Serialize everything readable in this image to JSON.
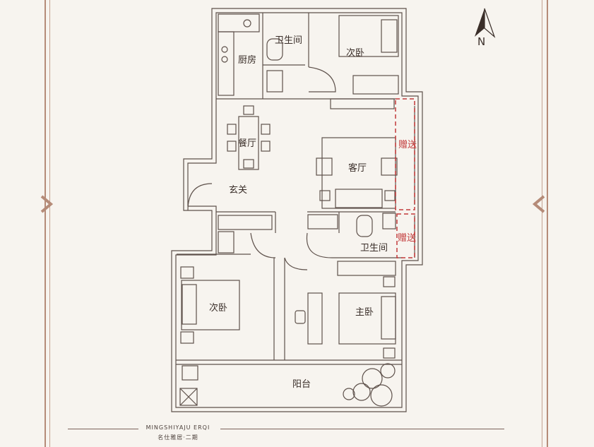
{
  "compass": {
    "label": "N"
  },
  "rooms": {
    "bathroom_top": "卫生间",
    "kitchen": "厨房",
    "bedroom_top": "次卧",
    "dining": "餐厅",
    "living": "客厅",
    "entrance": "玄关",
    "bathroom_mid": "卫生间",
    "bedroom_left": "次卧",
    "master_bedroom": "主卧",
    "balcony": "阳台"
  },
  "gifts": {
    "upper": "赠送",
    "lower": "赠送"
  },
  "footer": {
    "en": "MINGSHIYAJU ERQI",
    "cn": "名仕雅居·二期"
  },
  "colors": {
    "wall": "#5e514b",
    "frame": "#b58b78",
    "gift_outline": "#c23a3a",
    "background": "#f7f4ef"
  }
}
